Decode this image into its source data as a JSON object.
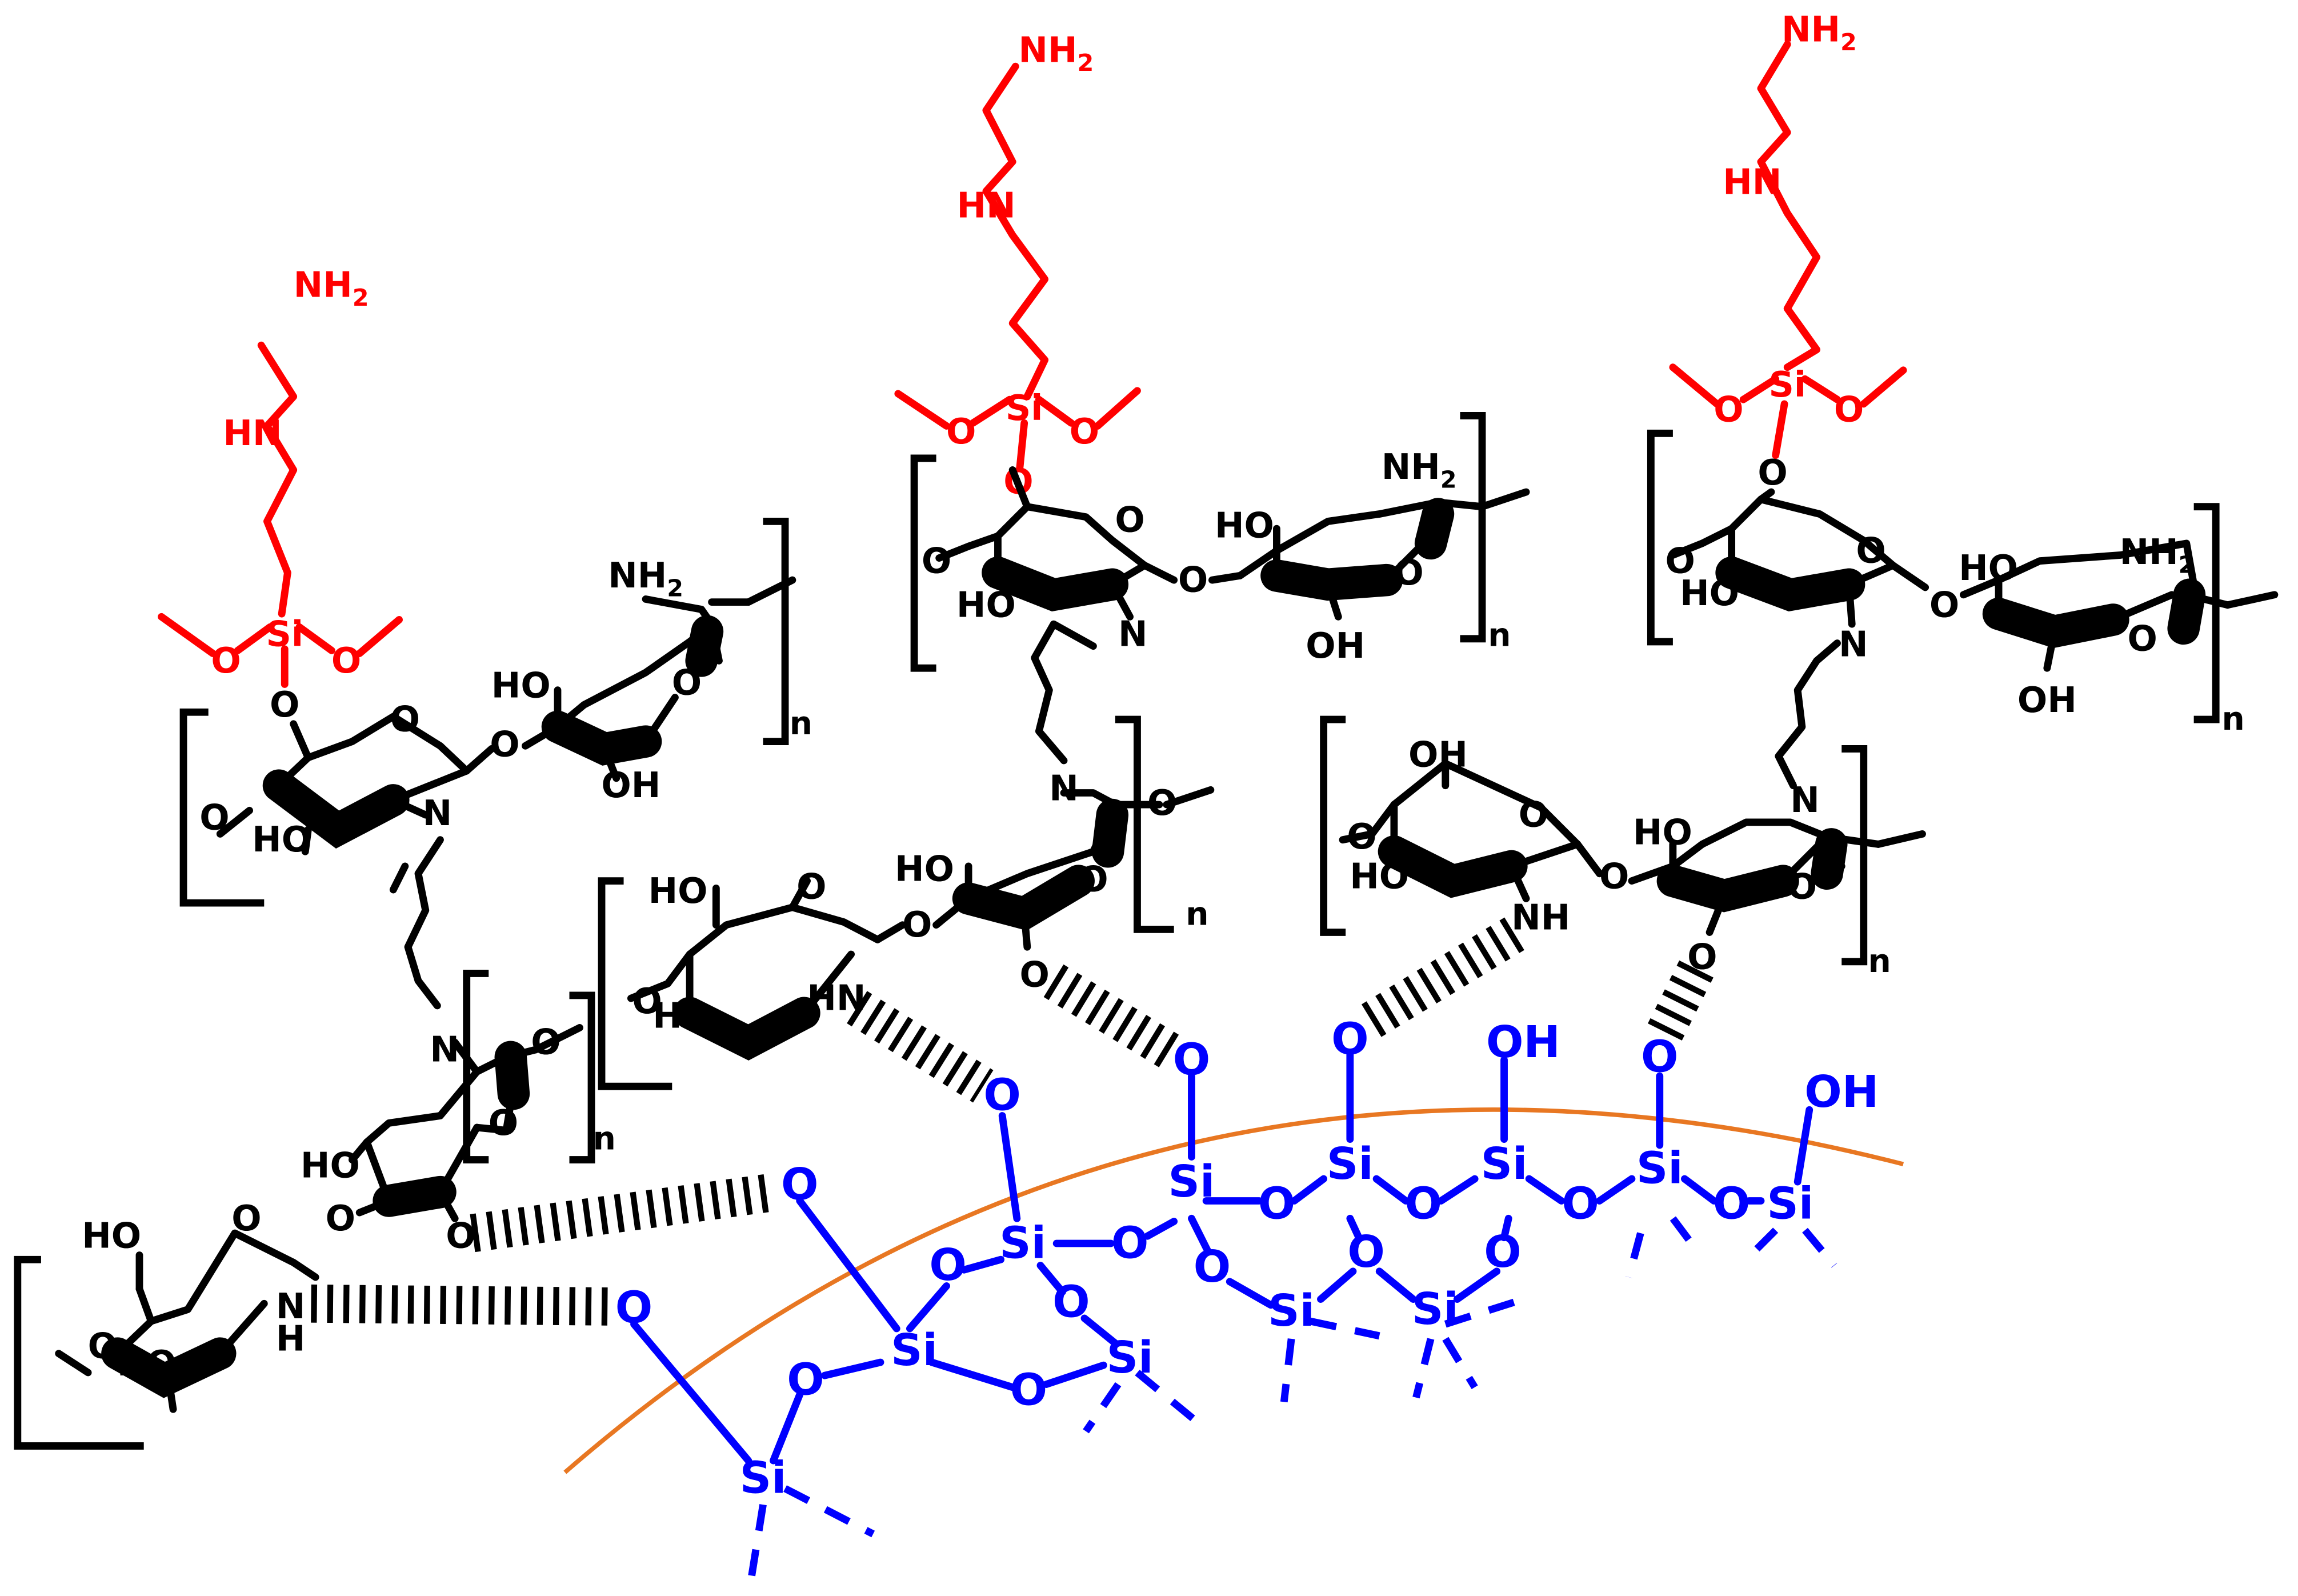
{
  "labels": {
    "nh2": "NH",
    "nh2_sub": "2",
    "hn": "HN",
    "si": "Si",
    "o": "O",
    "oh": "OH",
    "ho": "HO",
    "n": "N",
    "nh": "NH",
    "h": "H",
    "repeat_n": "n"
  },
  "colors": {
    "chitosan_backbone": "#000000",
    "aminosilane": "#ff0000",
    "silica_network": "#0000ff",
    "particle_surface": "#e87722"
  }
}
